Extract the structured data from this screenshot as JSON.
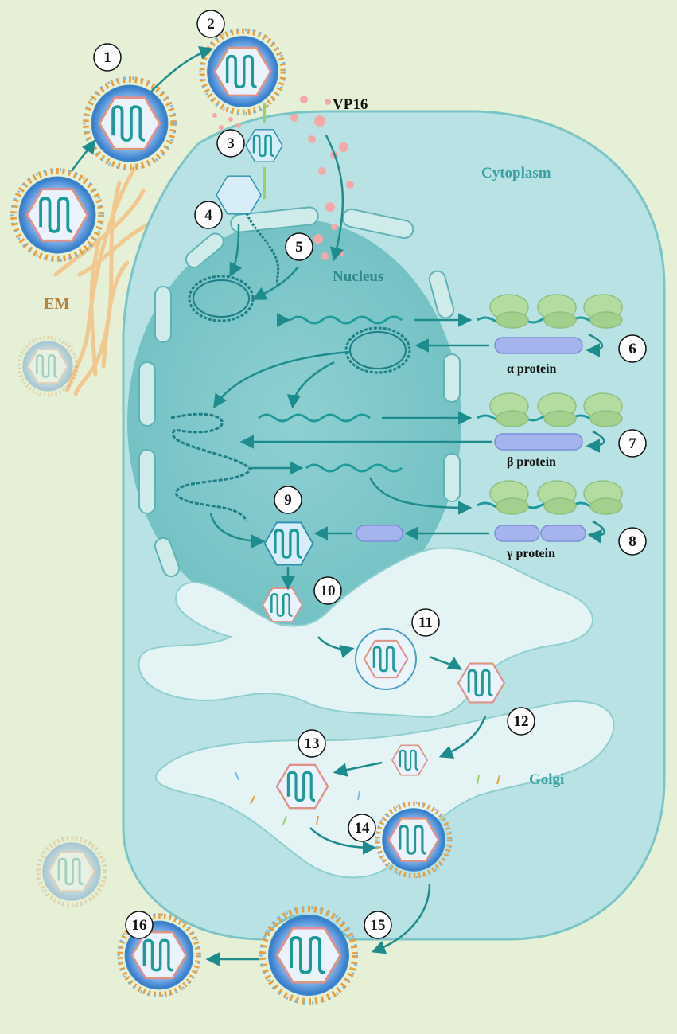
{
  "labels": {
    "vp16": "VP16",
    "cytoplasm": "Cytoplasm",
    "nucleus": "Nucleus",
    "em": "EM",
    "golgi": "Golgi",
    "alpha_protein": "α protein",
    "beta_protein": "β protein",
    "gamma_protein": "γ protein"
  },
  "steps": [
    "1",
    "2",
    "3",
    "4",
    "5",
    "6",
    "7",
    "8",
    "9",
    "10",
    "11",
    "12",
    "13",
    "14",
    "15",
    "16"
  ],
  "colors": {
    "background": "#e6f0d6",
    "cell": "#b9e2e4",
    "cell_border": "#7cc5c7",
    "nucleus": "#8fd0d2",
    "er": "#e4f4f4",
    "arrow": "#1e8c8c",
    "label_teal": "#3aa0a3",
    "label_em": "#b28443",
    "virion_envelope": "#2f78c8",
    "ribosome": "#b5dca0",
    "protein": "#a6b4ee"
  }
}
